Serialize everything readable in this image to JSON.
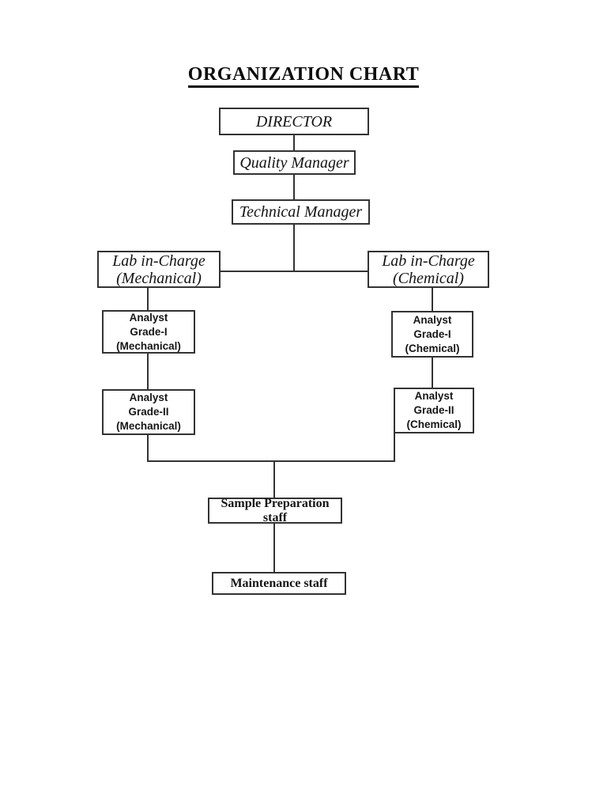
{
  "page": {
    "title": "ORGANIZATION CHART",
    "background_color": "#ffffff",
    "line_color": "#333333",
    "text_color": "#111111"
  },
  "org_chart": {
    "director": {
      "label": "DIRECTOR"
    },
    "quality_manager": {
      "label": "Quality Manager"
    },
    "technical_manager": {
      "label": "Technical Manager"
    },
    "lab_incharge_mechanical": {
      "line1": "Lab in-Charge",
      "line2": "(Mechanical)"
    },
    "lab_incharge_chemical": {
      "line1": "Lab in-Charge",
      "line2": "(Chemical)"
    },
    "analyst_grade1_mechanical": {
      "line1": "Analyst",
      "line2": "Grade-I",
      "line3": "(Mechanical)"
    },
    "analyst_grade1_chemical": {
      "line1": "Analyst",
      "line2": "Grade-I",
      "line3": "(Chemical)"
    },
    "analyst_grade2_mechanical": {
      "line1": "Analyst",
      "line2": "Grade-II",
      "line3": "(Mechanical)"
    },
    "analyst_grade2_chemical": {
      "line1": "Analyst",
      "line2": "Grade-II",
      "line3": "(Chemical)"
    },
    "sample_preparation": {
      "label": "Sample Preparation staff"
    },
    "maintenance": {
      "label": "Maintenance staff"
    }
  },
  "hierarchy": [
    {
      "from": "DIRECTOR",
      "to": "Quality Manager"
    },
    {
      "from": "Quality Manager",
      "to": "Technical Manager"
    },
    {
      "from": "Technical Manager",
      "to": "Lab in-Charge (Mechanical)"
    },
    {
      "from": "Technical Manager",
      "to": "Lab in-Charge (Chemical)"
    },
    {
      "from": "Lab in-Charge (Mechanical)",
      "to": "Analyst Grade-I (Mechanical)"
    },
    {
      "from": "Analyst Grade-I (Mechanical)",
      "to": "Analyst Grade-II (Mechanical)"
    },
    {
      "from": "Lab in-Charge (Chemical)",
      "to": "Analyst Grade-I (Chemical)"
    },
    {
      "from": "Analyst Grade-I (Chemical)",
      "to": "Analyst Grade-II (Chemical)"
    },
    {
      "from": "Analyst Grade-II (Mechanical)",
      "to": "Sample Preparation staff"
    },
    {
      "from": "Analyst Grade-II (Chemical)",
      "to": "Sample Preparation staff"
    },
    {
      "from": "Sample Preparation staff",
      "to": "Maintenance staff"
    }
  ]
}
